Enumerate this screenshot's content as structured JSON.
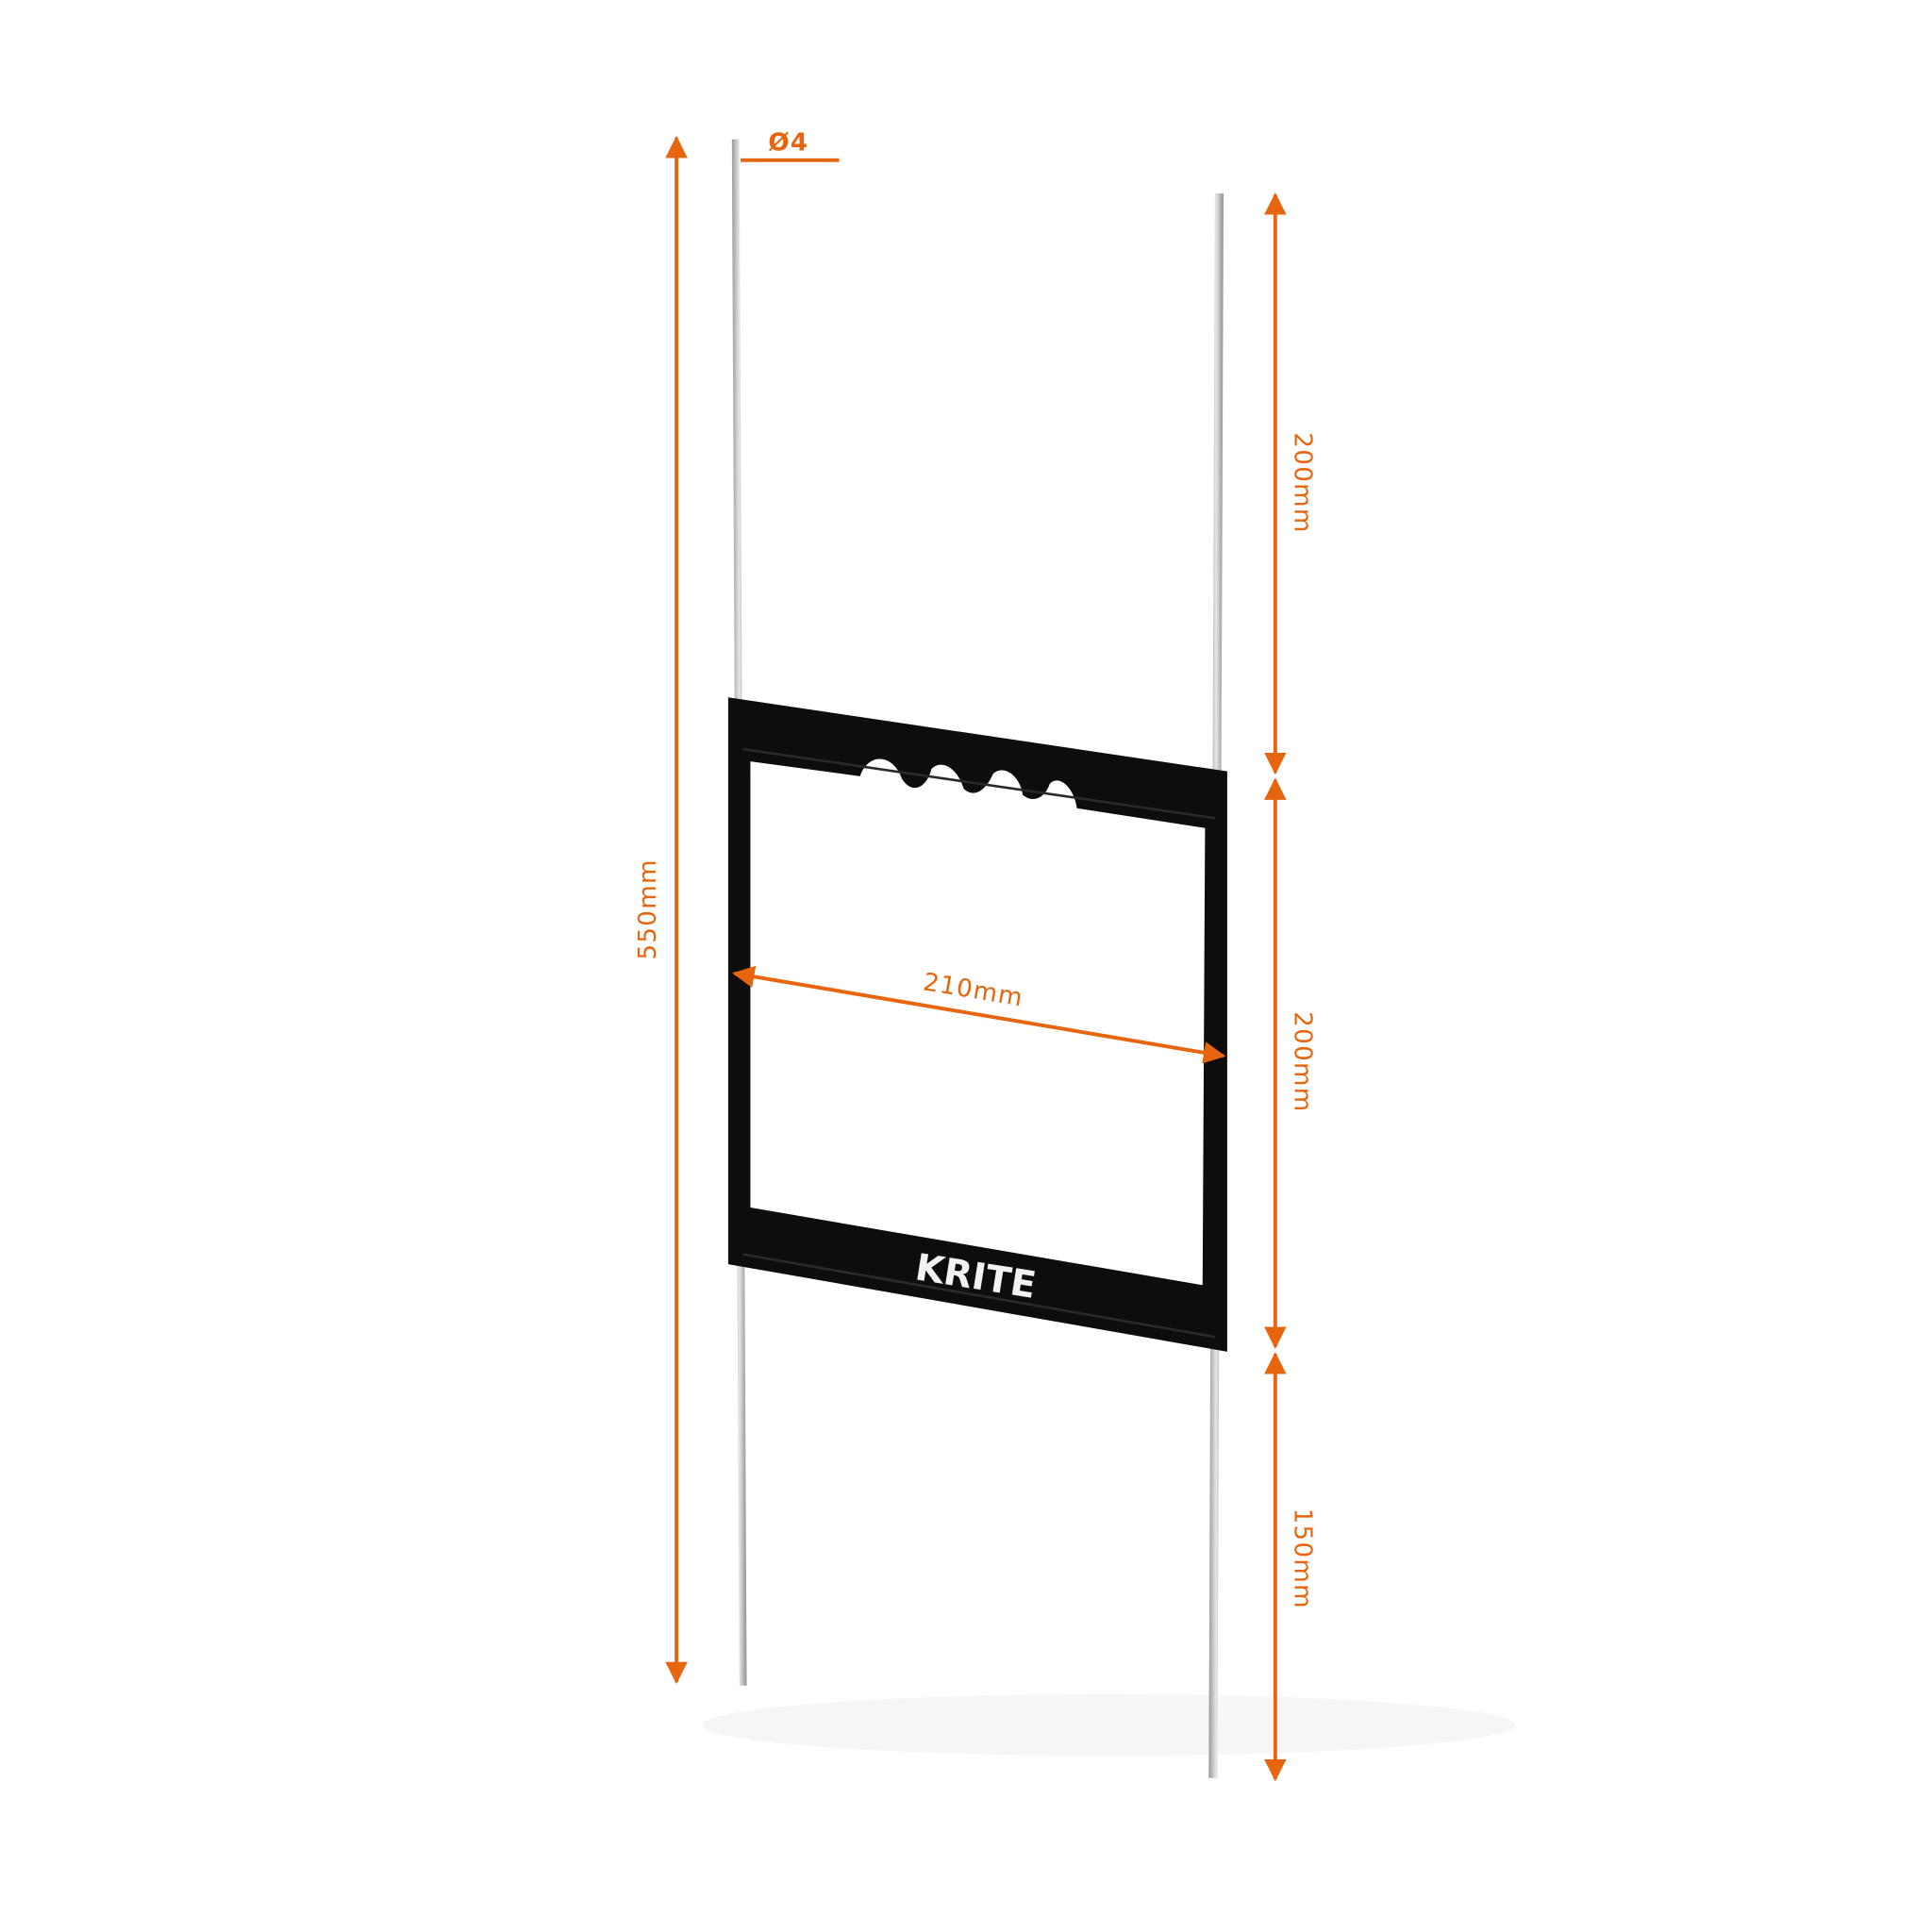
{
  "diagram": {
    "brand_logo": "KRITE",
    "accent_color": "#E8650F",
    "frame_color": "#0d0d0d",
    "rod_color": "#c4c4c4",
    "dimensions": {
      "rod_diameter": "Ø4",
      "total_height": "550mm",
      "frame_width": "210mm",
      "upper_rod": "200mm",
      "frame_height": "200mm",
      "lower_rod": "150mm"
    }
  }
}
